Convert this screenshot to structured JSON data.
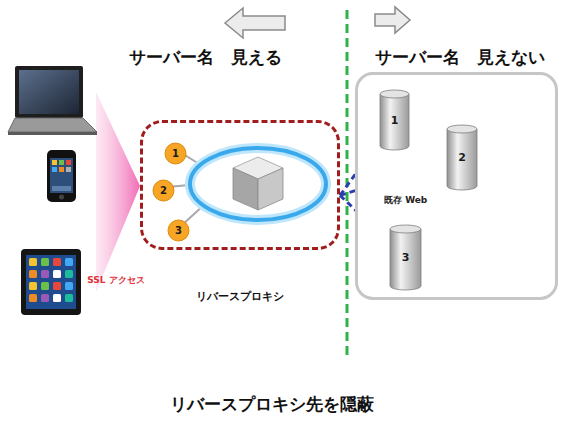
{
  "diagram": {
    "caption": "リバースプロキシ先を隠蔽",
    "nodes": [
      {
        "text": [
          "リバースプロキシ"
        ]
      },
      {
        "text": [
          "1"
        ],
        "in": 0
      },
      {
        "text": [
          "2"
        ],
        "in": 0
      },
      {
        "text": [
          "3"
        ],
        "in": 0
      },
      {
        "text": [
          "既存 Web"
        ]
      },
      {
        "text": [
          "1"
        ],
        "in": 4
      },
      {
        "text": [
          "2"
        ],
        "in": 4
      },
      {
        "text": [
          "3"
        ],
        "in": 4
      }
    ],
    "edges": [
      {
        "from": 0,
        "to": 5,
        "arrow": "to"
      },
      {
        "from": 0,
        "to": 6,
        "arrow": "to"
      },
      {
        "from": 0,
        "to": 7,
        "arrow": "to"
      }
    ],
    "labels": [
      "サーバー名　見える",
      "サーバー名　見えない",
      "SSL アクセス"
    ]
  }
}
